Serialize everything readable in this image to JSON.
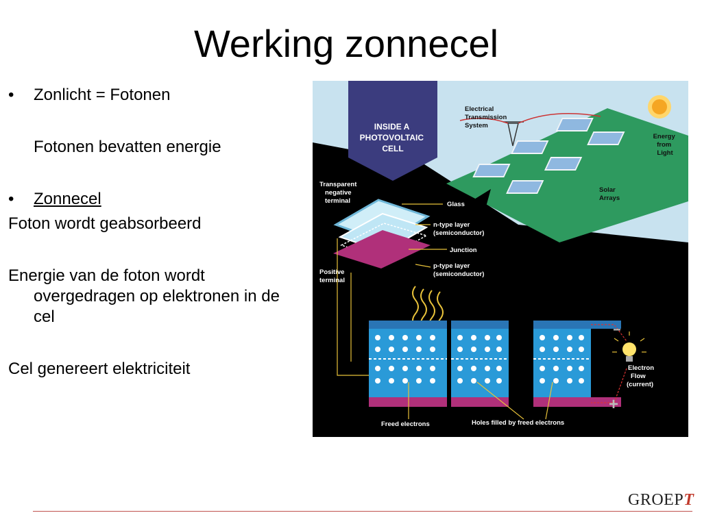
{
  "slide": {
    "title": "Werking zonnecel",
    "bullets": {
      "b1": "Zonlicht = Fotonen",
      "b1_sub": "Fotonen bevatten energie",
      "b2": "Zonnecel",
      "p1": "Foton wordt geabsorbeerd",
      "p2": "Energie van de foton wordt overgedragen op elektronen in de cel",
      "p3": "Cel genereert elektriciteit"
    },
    "bullet_glyph": "•"
  },
  "figure": {
    "heading": [
      "INSIDE A",
      "PHOTOVOLTAIC",
      "CELL"
    ],
    "labels": {
      "transmission": [
        "Electrical",
        "Transmission",
        "System"
      ],
      "energy": [
        "Energy",
        "from",
        "Light"
      ],
      "arrays": [
        "Solar",
        "Arrays"
      ],
      "transparent": [
        "Transparent",
        "negative",
        "terminal"
      ],
      "glass": "Glass",
      "ntype": [
        "n-type layer",
        "(semiconductor)"
      ],
      "junction": "Junction",
      "ptype": [
        "p-type layer",
        "(semiconductor)"
      ],
      "positive": [
        "Positive",
        "terminal"
      ],
      "electron_flow": [
        "Electron",
        "Flow",
        "(current)"
      ],
      "freed": "Freed electrons",
      "holes": "Holes filled by freed electrons",
      "minus": "−",
      "plus": "+"
    },
    "colors": {
      "sky": "#c8e2ef",
      "field": "#2e9a5f",
      "heading_bg": "#3b3c7e",
      "cell_blue": "#2a9ad8",
      "p_layer": "#b0307a",
      "black": "#000000",
      "wire": "#e8c23a"
    }
  },
  "footer": {
    "logo_main": "GROEP",
    "logo_t": "T"
  }
}
